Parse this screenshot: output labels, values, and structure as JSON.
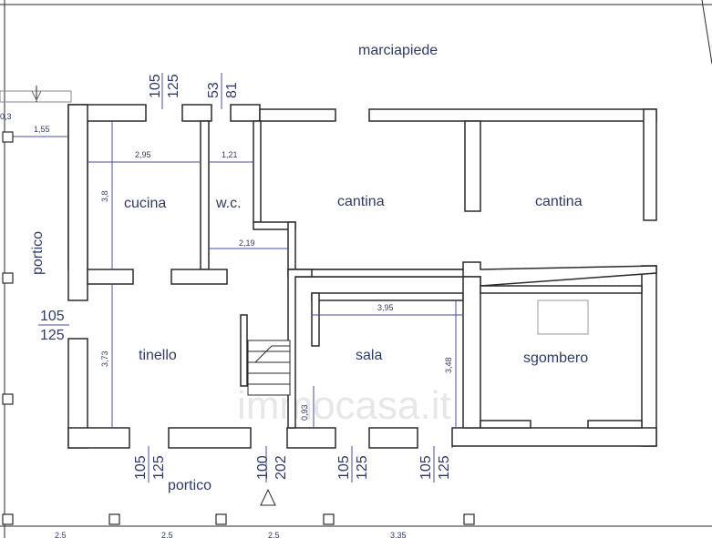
{
  "street_label": "marciapiede",
  "rooms": {
    "cucina": "cucina",
    "wc": "w.c.",
    "cantina_1": "cantina",
    "cantina_2": "cantina",
    "tinello": "tinello",
    "sala": "sala",
    "sgombero": "sgombero",
    "portico_side": "portico",
    "portico_bottom": "portico"
  },
  "dimensions": {
    "top_offset": "0,3",
    "portico_width": "1,55",
    "cucina_width": "2,95",
    "cucina_height": "3,8",
    "wc_width": "1,21",
    "corridor_width": "2,19",
    "tinello_height": "3,73",
    "sala_width": "3,95",
    "sala_height": "3,48",
    "stair_gap": "0,93",
    "bottom_1": "2,5",
    "bottom_2": "2,5",
    "bottom_3": "2,5",
    "bottom_4": "3,35"
  },
  "openings": {
    "top_cucina": [
      "105",
      "125"
    ],
    "top_wc": [
      "53",
      "81"
    ],
    "left_tinello": [
      "105",
      "125"
    ],
    "bottom_tinello": [
      "105",
      "125"
    ],
    "bottom_entrance": [
      "100",
      "202"
    ],
    "bottom_sala_1": [
      "105",
      "125"
    ],
    "bottom_sala_2": [
      "105",
      "125"
    ]
  },
  "watermark": "immocasa.it"
}
